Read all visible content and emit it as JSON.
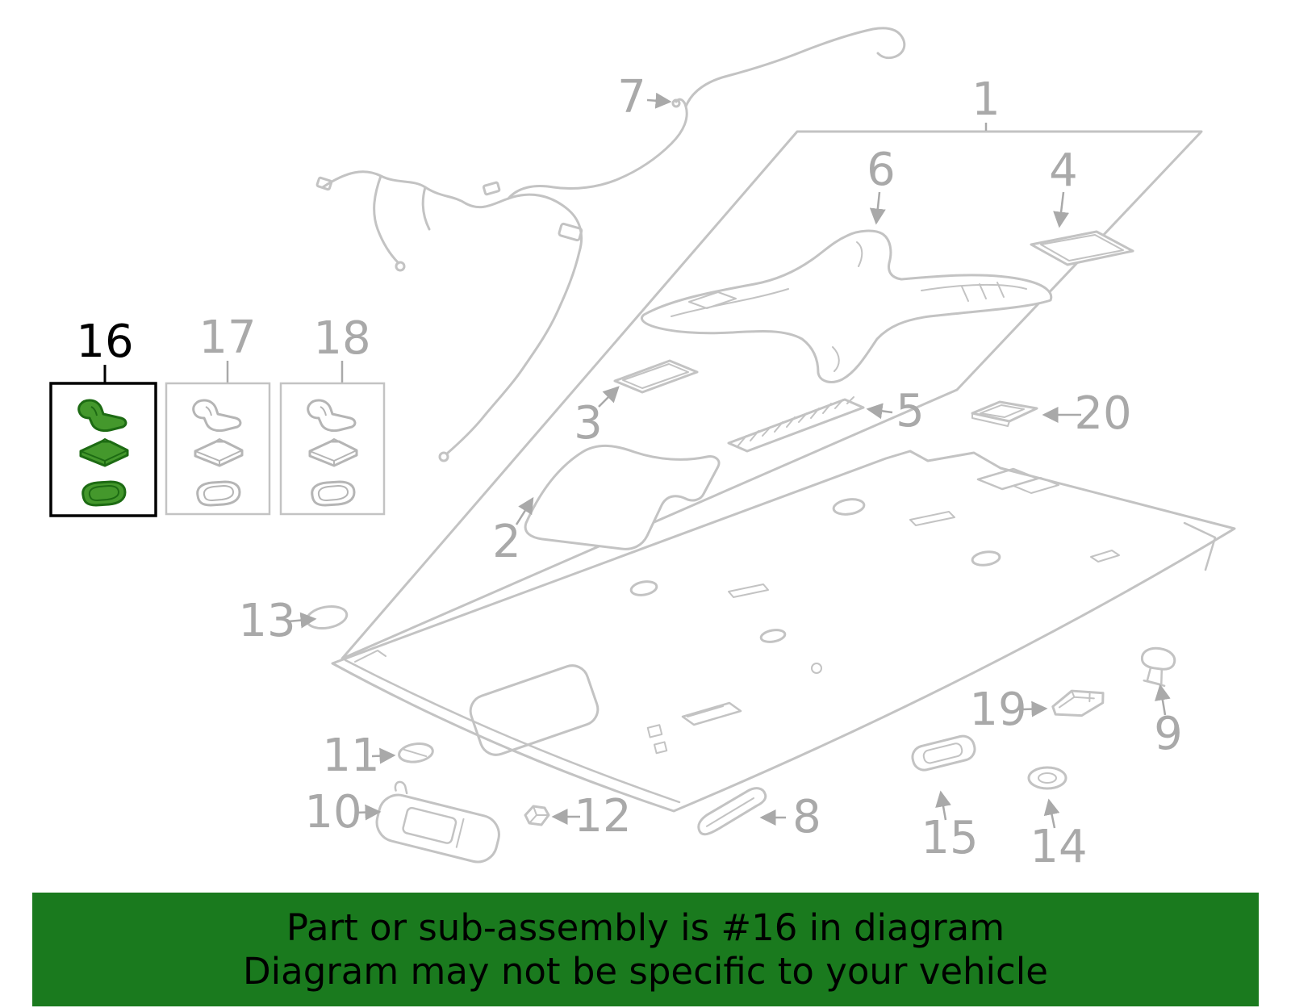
{
  "callouts": [
    {
      "text": "1"
    },
    {
      "text": "2"
    },
    {
      "text": "3"
    },
    {
      "text": "4"
    },
    {
      "text": "5"
    },
    {
      "text": "6"
    },
    {
      "text": "7"
    },
    {
      "text": "8"
    },
    {
      "text": "9"
    },
    {
      "text": "10"
    },
    {
      "text": "11"
    },
    {
      "text": "12"
    },
    {
      "text": "13"
    },
    {
      "text": "14"
    },
    {
      "text": "15"
    },
    {
      "text": "16"
    },
    {
      "text": "17"
    },
    {
      "text": "18"
    },
    {
      "text": "19"
    },
    {
      "text": "20"
    }
  ],
  "highlight": {
    "part_number": "16"
  },
  "banner": {
    "line1": "Part or sub-assembly is #16 in diagram",
    "line2": "Diagram may not be specific to your vehicle"
  },
  "colors": {
    "background": "#ffffff",
    "diagram-line": "#c3c3c3",
    "diagram-line-dark": "#b5b5b5",
    "callout-gray": "#a9a9a9",
    "callout-black": "#000000",
    "highlight-fill": "#44982c",
    "highlight-stroke": "#1d6b13",
    "banner-bg": "#1a7a1e",
    "banner-text": "#000000"
  }
}
